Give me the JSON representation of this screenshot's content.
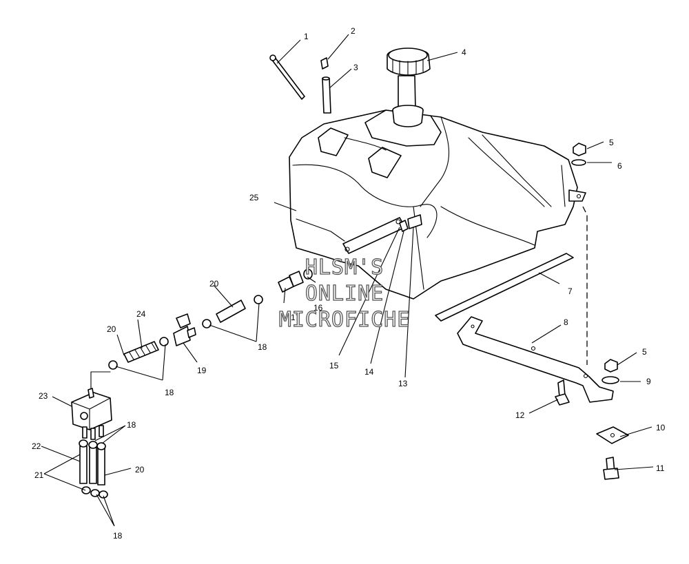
{
  "watermark": {
    "line1": "HLSM'S",
    "line2": "ONLINE",
    "line3": "MICROFICHE"
  },
  "callouts": {
    "c1": "1",
    "c2": "2",
    "c3": "3",
    "c4": "4",
    "c5a": "5",
    "c5b": "5",
    "c6": "6",
    "c7": "7",
    "c8": "8",
    "c9": "9",
    "c10": "10",
    "c11": "11",
    "c12": "12",
    "c13": "13",
    "c14": "14",
    "c15": "15",
    "c16": "16",
    "c17": "17",
    "c18a": "18",
    "c18b": "18",
    "c18c": "18",
    "c18d": "18",
    "c19": "19",
    "c20a": "20",
    "c20b": "20",
    "c20c": "20",
    "c21": "21",
    "c22": "22",
    "c23": "23",
    "c24": "24",
    "c25": "25"
  }
}
